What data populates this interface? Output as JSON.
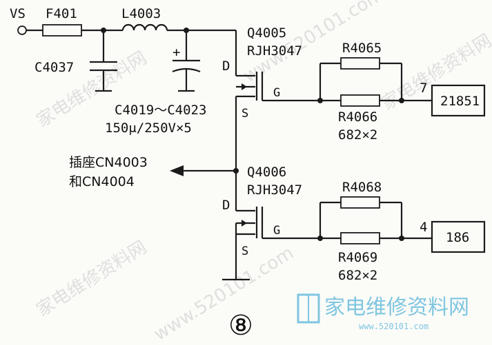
{
  "nodes": {
    "vs": "VS",
    "f401": "F401",
    "l4003": "L4003",
    "c4037": "C4037",
    "c4019": "C4019～C4023",
    "c4019_value": "150μ/250V×5",
    "q4005": "Q4005",
    "q4005_part": "RJH3047",
    "q4006": "Q4006",
    "q4006_part": "RJH3047",
    "r4065": "R4065",
    "r4066": "R4066",
    "r4066_value": "682×2",
    "r4068": "R4068",
    "r4069": "R4069",
    "r4069_value": "682×2",
    "ic_top": "21851",
    "ic_bottom": "186",
    "pin_top": "7",
    "pin_bottom": "4",
    "d_top": "D",
    "g_top": "G",
    "s_top": "S",
    "d_bottom": "D",
    "g_bottom": "G",
    "s_bottom": "S",
    "plus": "+",
    "socket_line1": "插座CN4003",
    "socket_line2": "和CN4004",
    "figure_number": "⑧"
  },
  "watermarks": [
    "家电维修资料网",
    "www.520101.com",
    "家电维修资料网",
    "www.520101.com",
    "家电维修资料网"
  ],
  "brand": {
    "name": "家电维修资料网",
    "url": "www.520101.com"
  },
  "colors": {
    "ink": "#1a1a1a",
    "brand": "#7fc6e0"
  }
}
